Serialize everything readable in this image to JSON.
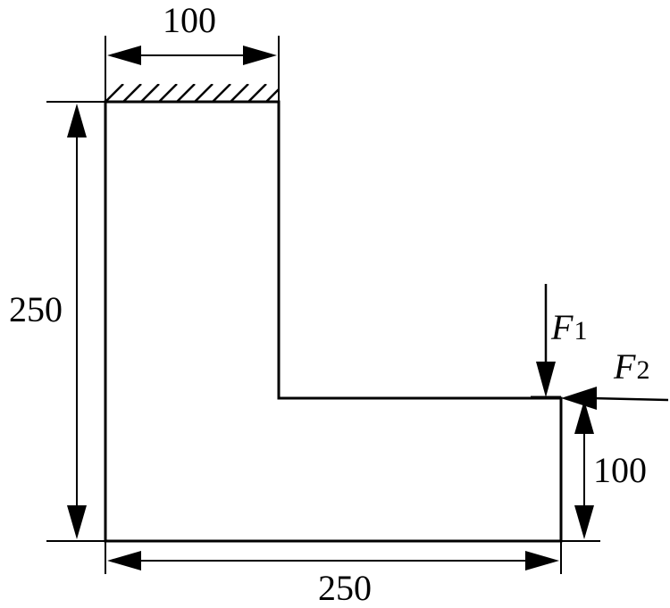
{
  "dimensions": {
    "top_width": "100",
    "left_height": "250",
    "bottom_width": "250",
    "right_height": "100"
  },
  "forces": {
    "f1_symbol": "F",
    "f1_subscript": "1",
    "f2_symbol": "F",
    "f2_subscript": "2"
  },
  "colors": {
    "stroke": "#000000",
    "background": "#ffffff"
  }
}
